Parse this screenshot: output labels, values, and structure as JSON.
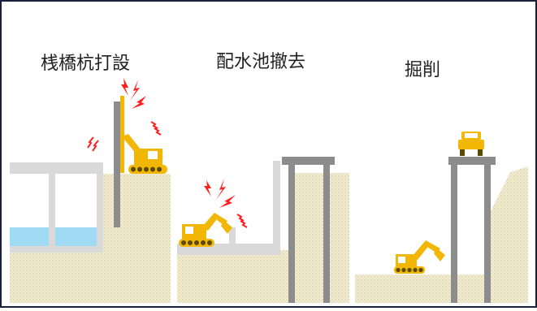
{
  "stages": [
    {
      "id": "pile-driving",
      "label": "桟橋杭打設"
    },
    {
      "id": "tank-removal",
      "label": "配水池撤去"
    },
    {
      "id": "excavation",
      "label": "掘削"
    }
  ],
  "colors": {
    "frame_border": "#1a1f3c",
    "soil": "#f2edd2",
    "soil_dot": "#cdbf8e",
    "concrete": "#d9d9d9",
    "pile": "#8c8c8c",
    "water": "#9fdcf3",
    "machine": "#f2b705",
    "machine_dark": "#5b4a00",
    "alert": "#ff1e1e"
  },
  "icons": [
    "pile-driver-icon",
    "excavator-icon",
    "truck-icon",
    "vibration-icon"
  ]
}
